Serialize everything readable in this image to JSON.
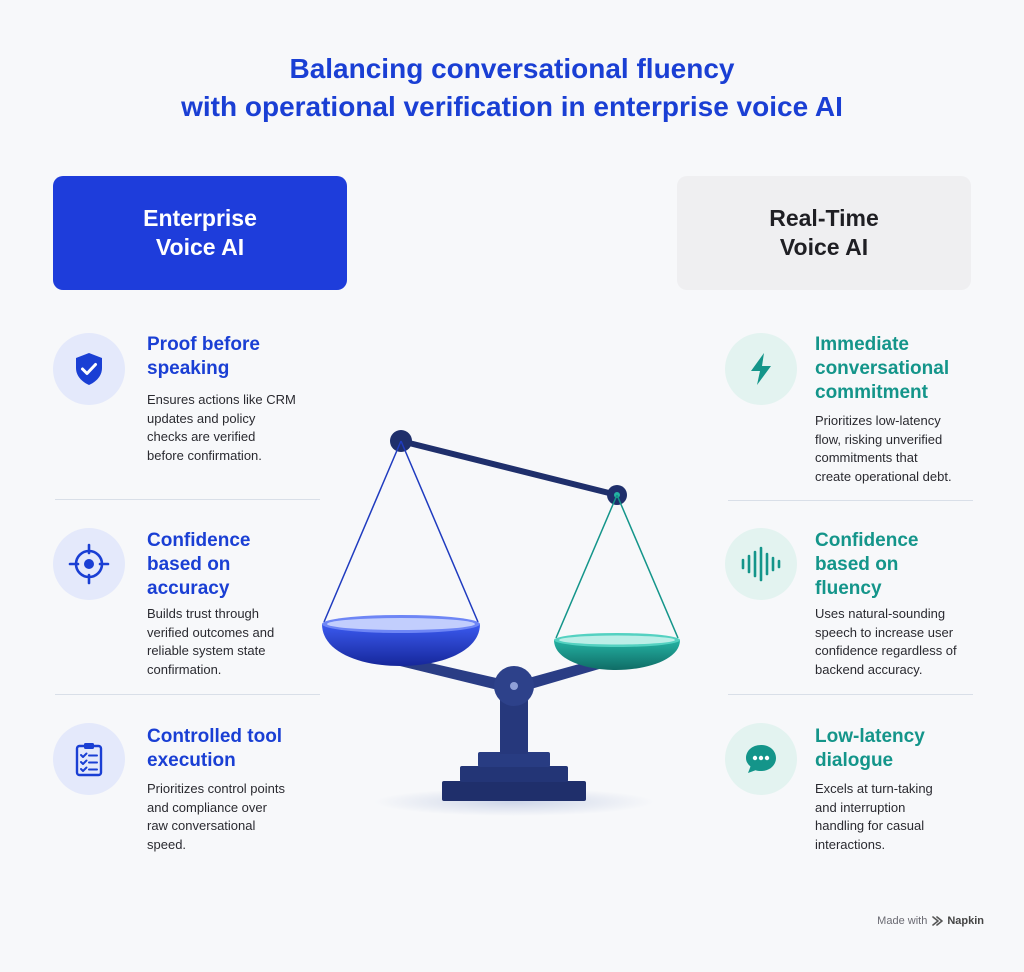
{
  "title": {
    "line1": "Balancing conversational fluency",
    "line2": "with operational verification in enterprise voice AI"
  },
  "left": {
    "header": {
      "line1": "Enterprise",
      "line2": "Voice AI"
    },
    "items": [
      {
        "icon": "shield-check-icon",
        "title": [
          "Proof before",
          "speaking"
        ],
        "desc": [
          "Ensures actions like CRM",
          "updates and policy",
          "checks are verified",
          "before confirmation."
        ]
      },
      {
        "icon": "target-icon",
        "title": [
          "Confidence",
          "based on",
          "accuracy"
        ],
        "desc": [
          "Builds trust through",
          "verified outcomes and",
          "reliable system state",
          "confirmation."
        ]
      },
      {
        "icon": "checklist-icon",
        "title": [
          "Controlled tool",
          "execution"
        ],
        "desc": [
          "Prioritizes control points",
          "and compliance over",
          "raw conversational",
          "speed."
        ]
      }
    ]
  },
  "right": {
    "header": {
      "line1": "Real-Time",
      "line2": "Voice AI"
    },
    "items": [
      {
        "icon": "lightning-icon",
        "title": [
          "Immediate",
          "conversational",
          "commitment"
        ],
        "desc": [
          "Prioritizes low-latency",
          "flow, risking unverified",
          "commitments that",
          "create operational debt."
        ]
      },
      {
        "icon": "soundwave-icon",
        "title": [
          "Confidence",
          "based on",
          "fluency"
        ],
        "desc": [
          "Uses natural-sounding",
          "speech to increase user",
          "confidence regardless of",
          "backend accuracy."
        ]
      },
      {
        "icon": "chat-bubble-icon",
        "title": [
          "Low-latency",
          "dialogue"
        ],
        "desc": [
          "Excels at turn-taking",
          "and interruption",
          "handling for casual",
          "interactions."
        ]
      }
    ]
  },
  "footer": {
    "prefix": "Made with",
    "brand": "Napkin"
  },
  "colors": {
    "blue": "#1a3fd4",
    "teal": "#14958a",
    "navy": "#1f2f6b"
  }
}
